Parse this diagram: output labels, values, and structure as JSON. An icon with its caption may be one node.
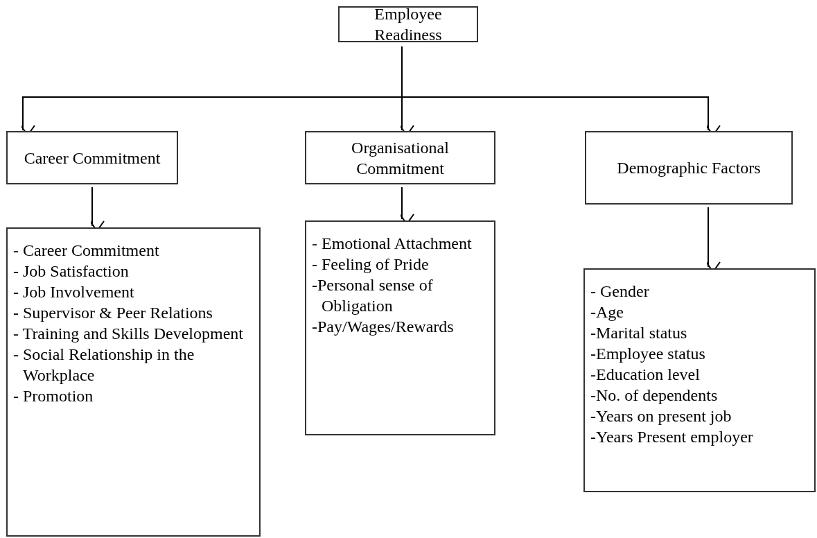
{
  "diagram": {
    "nodes": [
      {
        "text": [
          "Employee Readiness"
        ]
      },
      {
        "text": [
          "Career Commitment"
        ]
      },
      {
        "text": [
          "Organisational Commitment"
        ]
      },
      {
        "text": [
          "Demographic Factors"
        ]
      },
      {
        "text": [
          "- Career Commitment",
          "- Job Satisfaction",
          "- Job Involvement",
          "- Supervisor & Peer Relations",
          "- Training and Skills Development",
          "- Social Relationship in the Workplace",
          "- Promotion"
        ]
      },
      {
        "text": [
          "- Emotional Attachment",
          "- Feeling of Pride",
          "-Personal sense of Obligation",
          "-Pay/Wages/Rewards"
        ]
      },
      {
        "text": [
          "- Gender",
          "-Age",
          "-Marital status",
          "-Employee status",
          "-Education level",
          "-No. of dependents",
          "-Years on present job",
          "-Years Present employer"
        ]
      }
    ],
    "edges": [
      {
        "from": 0,
        "to": 1,
        "arrow": "to"
      },
      {
        "from": 0,
        "to": 2,
        "arrow": "to"
      },
      {
        "from": 0,
        "to": 3,
        "arrow": "to"
      },
      {
        "from": 1,
        "to": 4,
        "arrow": "to"
      },
      {
        "from": 2,
        "to": 5,
        "arrow": "to"
      },
      {
        "from": 3,
        "to": 6,
        "arrow": "to"
      }
    ]
  }
}
